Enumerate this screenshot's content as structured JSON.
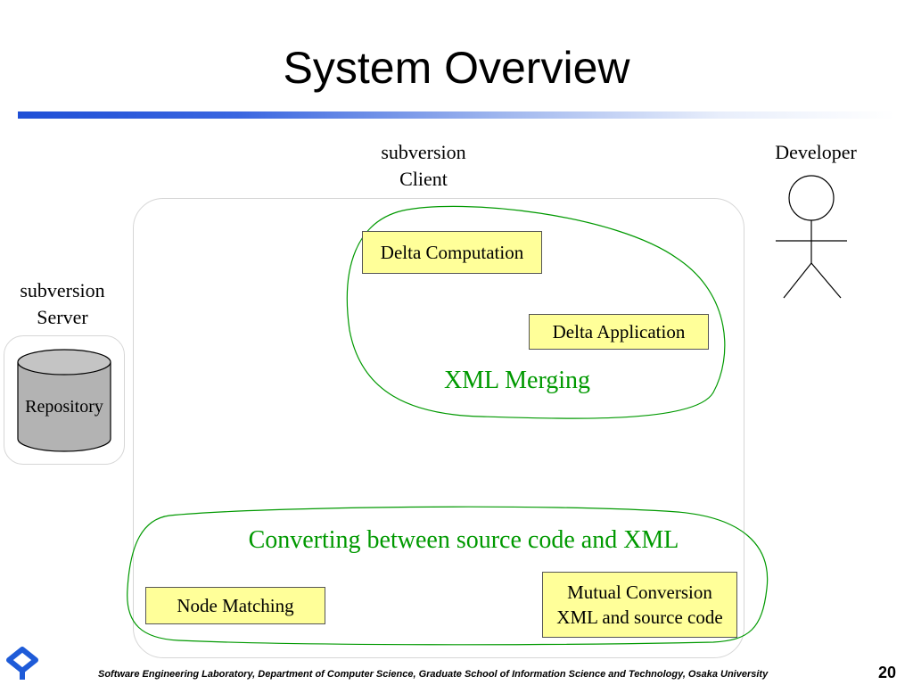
{
  "slide": {
    "title": "System Overview",
    "page_number": "20",
    "footer": "Software Engineering Laboratory,  Department of Computer Science,  Graduate School of Information Science and Technology,  Osaka University"
  },
  "client": {
    "label_line1": "subversion",
    "label_line2": "Client"
  },
  "server": {
    "label_line1": "subversion",
    "label_line2": "Server",
    "repository": "Repository"
  },
  "developer": {
    "label": "Developer"
  },
  "merging": {
    "label": "XML Merging",
    "boxes": [
      "Delta Computation",
      "Delta Application"
    ]
  },
  "converting": {
    "label": "Converting between source code and XML",
    "node_matching": "Node Matching",
    "mutual_line1": "Mutual Conversion",
    "mutual_line2": "XML and source code"
  },
  "colors": {
    "box_fill": "#ffff99",
    "group_outline": "#009900",
    "title_rule": "#1f4fd6",
    "repository_fill": "#b3b3b3"
  }
}
